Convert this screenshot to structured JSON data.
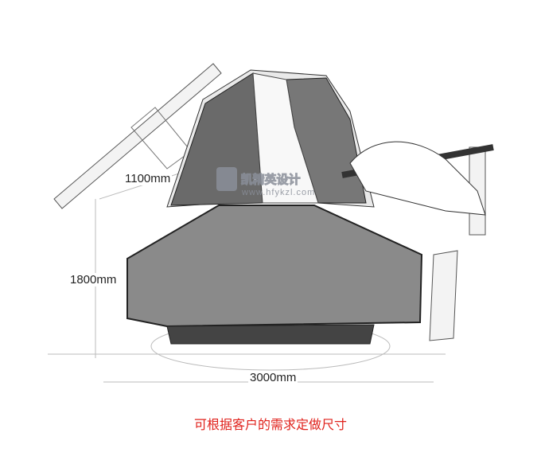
{
  "dimensions": {
    "depth": "1100mm",
    "height": "1800mm",
    "width": "3000mm"
  },
  "caption": "可根据客户的需求定做尺寸",
  "watermark": {
    "name": "凯精英设计",
    "url": "www.hfykzl.com"
  },
  "colors": {
    "caption": "#e0211b",
    "sketch": "#333333"
  }
}
